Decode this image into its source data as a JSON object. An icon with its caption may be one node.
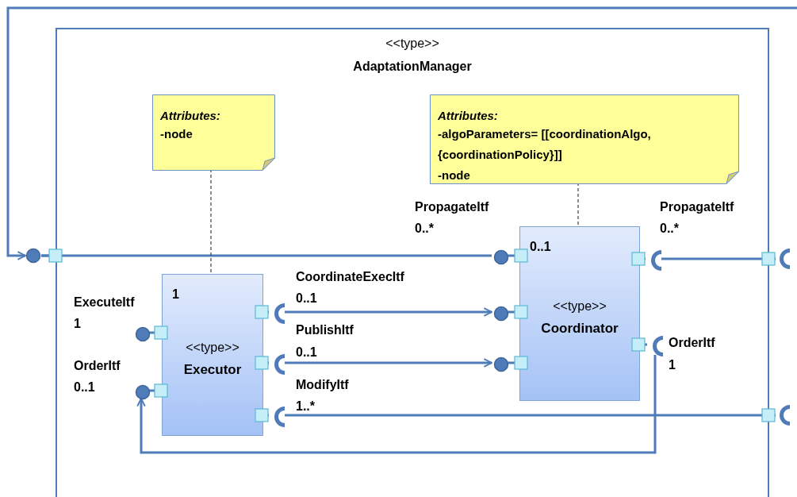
{
  "diagram": {
    "nodes": [
      {
        "text": [
          "<<type>>",
          "AdaptationManager"
        ]
      },
      {
        "text": [
          "Attributes:",
          "-node"
        ],
        "in": 0
      },
      {
        "text": [
          "Attributes:",
          "-algoParameters= [[coordinationAlgo,{coordinationPolicy}]]",
          "-node"
        ],
        "in": 0
      },
      {
        "text": [],
        "shape": "circle"
      },
      {
        "text": [],
        "shape": "circle",
        "in": 0,
        "beside": [
          "PropagateItf",
          "0..*"
        ]
      },
      {
        "text": [
          "0..1",
          "<<type>>",
          "Coordinator"
        ],
        "in": 0
      },
      {
        "text": [],
        "shape": "socket",
        "in": 0,
        "beside": [
          "PropagateItf",
          "0..*"
        ]
      },
      {
        "text": [],
        "shape": "socket"
      },
      {
        "text": [
          "1",
          "<<type>>",
          "Executor"
        ],
        "in": 0
      },
      {
        "text": [],
        "shape": "circle",
        "in": 0,
        "beside": [
          "ExecuteItf",
          "1"
        ]
      },
      {
        "text": [],
        "shape": "circle",
        "in": 0,
        "beside": [
          "OrderItf",
          "0..1"
        ]
      },
      {
        "text": [],
        "shape": "socket",
        "in": 0,
        "beside": [
          "CoordinateExecItf",
          "0..1"
        ]
      },
      {
        "text": [],
        "shape": "circle",
        "in": 0
      },
      {
        "text": [],
        "shape": "socket",
        "in": 0,
        "beside": [
          "PublishItf",
          "0..1"
        ]
      },
      {
        "text": [],
        "shape": "circle",
        "in": 0
      },
      {
        "text": [],
        "shape": "socket",
        "in": 0,
        "beside": [
          "OrderItf",
          "1"
        ]
      },
      {
        "text": [],
        "shape": "socket",
        "in": 0,
        "beside": [
          "ModifyItf",
          "1..*"
        ]
      },
      {
        "text": [],
        "shape": "socket"
      }
    ],
    "edges": [
      {
        "from": null,
        "to": 3,
        "arrow": "to"
      },
      {
        "from": 3,
        "to": 4,
        "arrow": "none"
      },
      {
        "from": 7,
        "to": 6,
        "arrow": "none"
      },
      {
        "from": 11,
        "to": 12,
        "arrow": "to"
      },
      {
        "from": 13,
        "to": 14,
        "arrow": "to"
      },
      {
        "from": 16,
        "to": 17,
        "arrow": "none"
      },
      {
        "from": 15,
        "to": 10,
        "arrow": "to"
      },
      {
        "from": 1,
        "to": 8,
        "arrow": "none",
        "style": "dashed",
        "color": "#404040"
      },
      {
        "from": 2,
        "to": 5,
        "arrow": "none",
        "style": "dashed",
        "color": "#404040"
      },
      {
        "from": 0,
        "to": 3,
        "arrow": "none"
      },
      {
        "from": 5,
        "to": 4,
        "arrow": "none"
      },
      {
        "from": 5,
        "to": 6,
        "arrow": "none"
      },
      {
        "from": 0,
        "to": 7,
        "arrow": "none"
      },
      {
        "from": 8,
        "to": 9,
        "arrow": "none"
      },
      {
        "from": 8,
        "to": 10,
        "arrow": "none"
      },
      {
        "from": 8,
        "to": 11,
        "arrow": "none"
      },
      {
        "from": 5,
        "to": 12,
        "arrow": "none"
      },
      {
        "from": 8,
        "to": 13,
        "arrow": "none"
      },
      {
        "from": 5,
        "to": 14,
        "arrow": "none"
      },
      {
        "from": 5,
        "to": 15,
        "arrow": "none"
      },
      {
        "from": 8,
        "to": 16,
        "arrow": "none"
      },
      {
        "from": 0,
        "to": 17,
        "arrow": "none"
      }
    ]
  }
}
